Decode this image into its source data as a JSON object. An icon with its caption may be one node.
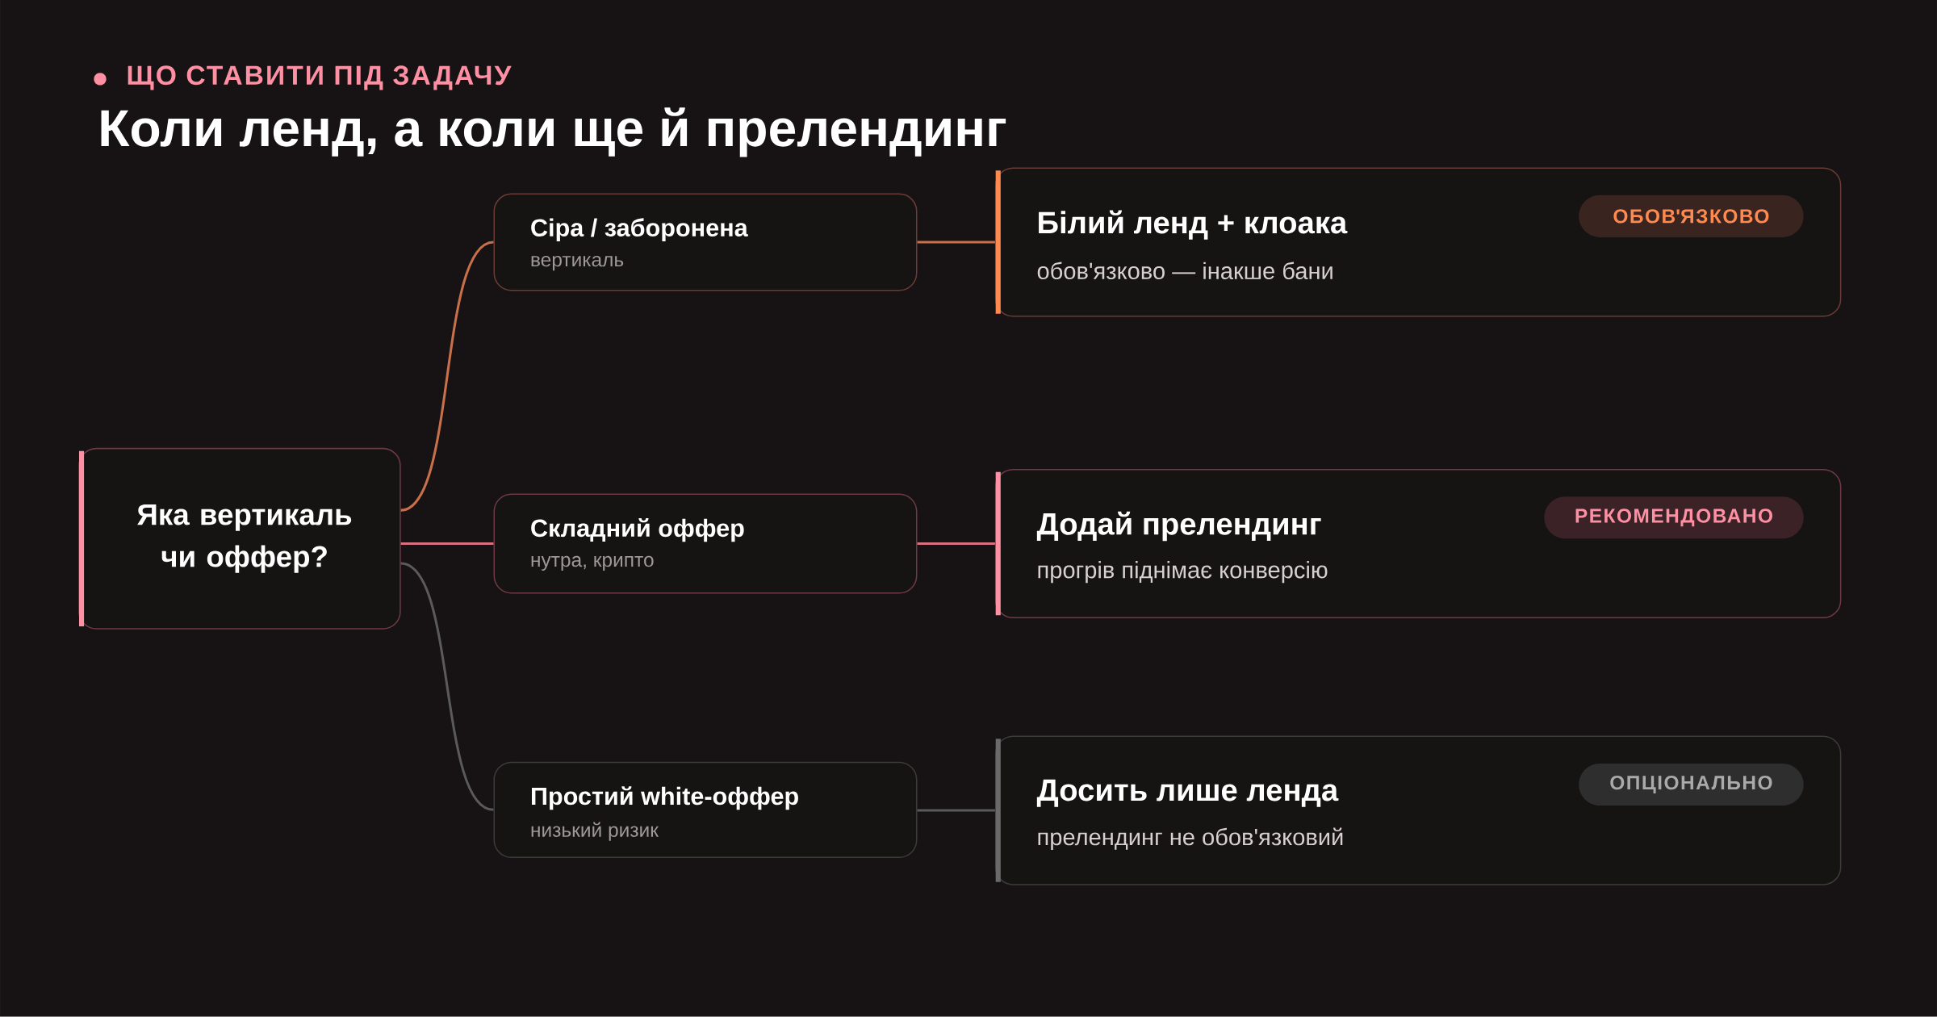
{
  "diagram": {
    "title": "Коли ленд, а коли ще й прелендинг",
    "nodes": [
      {
        "text": [
          "Яка вертикаль чи оффер?"
        ]
      },
      {
        "text": [
          "Сіра / заборонена",
          "вертикаль"
        ]
      },
      {
        "text": [
          "Складний оффер",
          "нутра, крипто"
        ]
      },
      {
        "text": [
          "Простий white-оффер",
          "низький ризик"
        ]
      },
      {
        "text": [
          "Білий ленд + клоака",
          "обов'язково — інакше бани"
        ]
      },
      {
        "text": [
          "ОБОВ'ЯЗКОВО"
        ],
        "in": 4
      },
      {
        "text": [
          "Додай прелендинг",
          "прогрів піднімає конверсію"
        ]
      },
      {
        "text": [
          "РЕКОМЕНДОВАНО"
        ],
        "in": 6
      },
      {
        "text": [
          "Досить лише ленда",
          "прелендинг не обов'язковий"
        ]
      },
      {
        "text": [
          "ОПЦІОНАЛЬНО"
        ],
        "in": 8
      }
    ],
    "edges": [
      {
        "from": 0,
        "to": 1,
        "arrow": "none",
        "color": "#c8704a"
      },
      {
        "from": 0,
        "to": 2,
        "arrow": "none",
        "color": "#d9707f"
      },
      {
        "from": 0,
        "to": 3,
        "arrow": "none",
        "color": "#5a5a5a"
      },
      {
        "from": 1,
        "to": 4,
        "arrow": "none",
        "color": "#c8704a"
      },
      {
        "from": 2,
        "to": 6,
        "arrow": "none",
        "color": "#d9707f"
      },
      {
        "from": 3,
        "to": 8,
        "arrow": "none",
        "color": "#5a5a5a"
      }
    ],
    "labels": [
      "ЩО СТАВИТИ ПІД ЗАДАЧУ"
    ]
  }
}
